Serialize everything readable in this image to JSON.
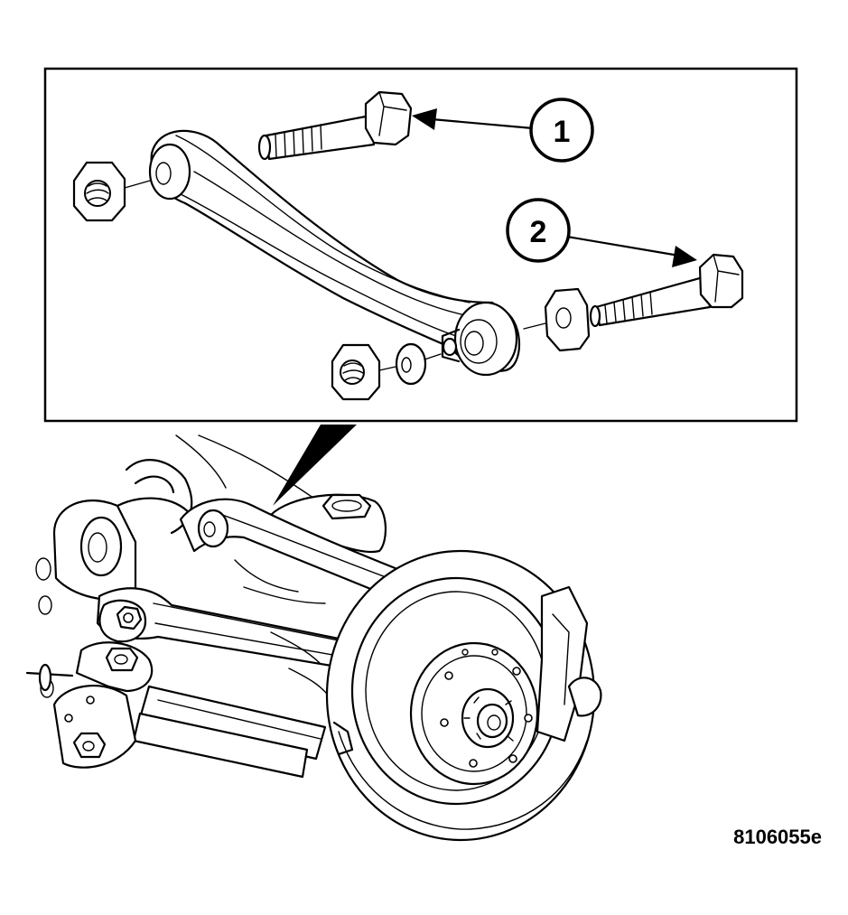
{
  "callouts": [
    {
      "number": "1",
      "target": "bolt"
    },
    {
      "number": "2",
      "target": "bolt"
    }
  ],
  "figure_id": "8106055e",
  "colors": {
    "ink": "#000000",
    "paper": "#ffffff"
  }
}
